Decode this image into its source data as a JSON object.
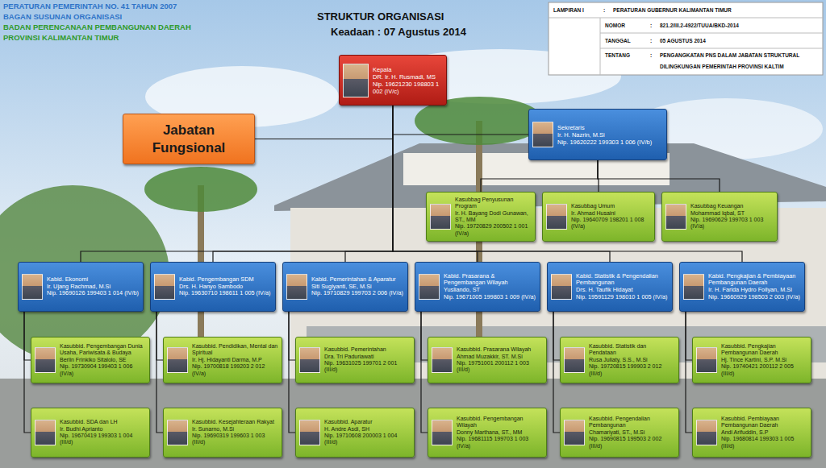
{
  "diagram": {
    "title": "STRUKTUR ORGANISASI",
    "nodes": [
      {
        "text": [
          "Kepala",
          "DR. Ir. H. Rusmadi, MS",
          "Nip. 19621230 198803 1 002 (IV/c)"
        ]
      },
      {
        "text": [
          "Jabatan Fungsional"
        ]
      },
      {
        "text": [
          "Sekretaris",
          "Ir. H. Nazrin, M.Si",
          "Nip. 19620222 199303 1 006 (IV/b)"
        ]
      },
      {
        "text": [
          "Kasubbag Penyusunan Program",
          "Ir. H. Bayang Dodi Gunawan, ST., MM",
          "Nip. 19720829 200502 1 001 (IV/a)"
        ]
      },
      {
        "text": [
          "Kasubbag Umum",
          "Ir. Ahmad Husaini",
          "Nip. 19640709 198201 1 008 (IV/a)"
        ]
      },
      {
        "text": [
          "Kasubbag Keuangan",
          "Mohammad Iqbal, ST",
          "Nip. 19690629 199703 1 003 (IV/a)"
        ]
      },
      {
        "text": [
          "Kabid. Ekonomi",
          "Ir. Ujang Rachmad, M.Si",
          "Nip. 19690126 199403 1 014 (IV/b)"
        ]
      },
      {
        "text": [
          "Kabid. Pengembangan SDM",
          "Drs. H. Hanyo Sambodo",
          "Nip. 19630710 198611 1 005 (IV/a)"
        ]
      },
      {
        "text": [
          "Kabid. Pemerintahan & Aparatur",
          "Siti Sugiyanti, SE, M.Si",
          "Nip. 19710829 199703 2 006 (IV/a)"
        ]
      },
      {
        "text": [
          "Kabid. Prasarana & Pengembangan Wilayah",
          "Yusliando, ST",
          "Nip. 19671005 199803 1 009 (IV/a)"
        ]
      },
      {
        "text": [
          "Kabid. Statistik & Pengendalian Pembangunan",
          "Drs. H. Taufik Hidayat",
          "Nip. 19591129 198010 1 005 (IV/a)"
        ]
      },
      {
        "text": [
          "Kabid. Pengkajian & Pembiayaan Pembangunan Daerah",
          "Ir. H. Farida Hydro Foilyan, M.Si",
          "Nip. 19660929 198503 2 003 (IV/a)"
        ]
      },
      {
        "text": [
          "Kasubbid. Pengembangan Dunia Usaha, Pariwisata & Budaya",
          "Berlin Frinkiko Sitalolo, SE",
          "Nip. 19730904 199403 1 006 (IV/a)"
        ]
      },
      {
        "text": [
          "Kasubbid. Pendidikan, Mental dan Spiritual",
          "Ir. Hj. Hidayanti Darma, M.P",
          "Nip. 19700818 199203 2 012 (IV/a)"
        ]
      },
      {
        "text": [
          "Kasubbid. Pemerintahan",
          "Dra. Tri Paduriawati",
          "Nip. 19631025 199701 2 001 (III/d)"
        ]
      },
      {
        "text": [
          "Kasubbid. Prasarana Wilayah",
          "Ahmad Muzakkir, ST. M.Si",
          "Nip. 19751001 200112 1 003 (III/d)"
        ]
      },
      {
        "text": [
          "Kasubbid. Statistik dan Pendataan",
          "Rusa Juliaty, S.S., M.Si",
          "Nip. 19720815 199903 2 012 (III/d)"
        ]
      },
      {
        "text": [
          "Kasubbid. Pengkajian Pembangunan Daerah",
          "Hj. Tince Kartini, S.P. M.Si",
          "Nip. 19740421 200112 2 005 (III/d)"
        ]
      },
      {
        "text": [
          "Kasubbid. SDA dan LH",
          "Ir. Budhi Aprianto",
          "Nip. 19670419 199303 1 004 (III/d)"
        ]
      },
      {
        "text": [
          "Kasubbid. Kesejahteraan Rakyat",
          "Ir. Sunarno, M.Si",
          "Nip. 19690319 199603 1 003 (III/d)"
        ]
      },
      {
        "text": [
          "Kasubbid. Aparatur",
          "H. Andre Asdi, SH",
          "Nip. 19710608 200003 1 004 (III/d)"
        ]
      },
      {
        "text": [
          "Kasubbid. Pengembangan Wilayah",
          "Donny Marthana, ST., MM",
          "Nip. 19681115 199703 1 003 (IV/a)"
        ]
      },
      {
        "text": [
          "Kasubbid. Pengendalian Pembangunan",
          "Chamariyati, ST., M.Si",
          "Nip. 19690815 199503 2 002 (III/d)"
        ]
      },
      {
        "text": [
          "Kasubbid. Pembiayaan Pembangunan Daerah",
          "Andi Arifuddin, S.P",
          "Nip. 19680814 199303 1 005 (III/d)"
        ]
      }
    ],
    "edges": [
      {
        "from": 0,
        "to": 1,
        "arrow": "none"
      },
      {
        "from": 0,
        "to": 2,
        "arrow": "none"
      },
      {
        "from": 2,
        "to": 3,
        "arrow": "none"
      },
      {
        "from": 2,
        "to": 4,
        "arrow": "none"
      },
      {
        "from": 2,
        "to": 5,
        "arrow": "none"
      },
      {
        "from": 0,
        "to": 6,
        "arrow": "none"
      },
      {
        "from": 0,
        "to": 7,
        "arrow": "none"
      },
      {
        "from": 0,
        "to": 8,
        "arrow": "none"
      },
      {
        "from": 0,
        "to": 9,
        "arrow": "none"
      },
      {
        "from": 0,
        "to": 10,
        "arrow": "none"
      },
      {
        "from": 0,
        "to": 11,
        "arrow": "none"
      },
      {
        "from": 6,
        "to": 12,
        "arrow": "none"
      },
      {
        "from": 6,
        "to": 18,
        "arrow": "none"
      },
      {
        "from": 7,
        "to": 13,
        "arrow": "none"
      },
      {
        "from": 7,
        "to": 19,
        "arrow": "none"
      },
      {
        "from": 8,
        "to": 14,
        "arrow": "none"
      },
      {
        "from": 8,
        "to": 20,
        "arrow": "none"
      },
      {
        "from": 9,
        "to": 15,
        "arrow": "none"
      },
      {
        "from": 9,
        "to": 21,
        "arrow": "none"
      },
      {
        "from": 10,
        "to": 16,
        "arrow": "none"
      },
      {
        "from": 10,
        "to": 22,
        "arrow": "none"
      },
      {
        "from": 11,
        "to": 17,
        "arrow": "none"
      },
      {
        "from": 11,
        "to": 23,
        "arrow": "none"
      }
    ],
    "labels": [
      "PERATURAN PEMERINTAH NO. 41 TAHUN 2007",
      "BAGAN SUSUNAN ORGANISASI",
      "BADAN PERENCANAAN PEMBANGUNAN DAERAH",
      "PROVINSI KALIMANTAN TIMUR",
      "Keadaan : 07 Agustus 2014",
      "LAMPIRAN I",
      ":",
      "PERATURAN GUBERNUR KALIMANTAN TIMUR",
      "NOMOR",
      ":",
      "821.2/III.2-4922/TUUA/BKD-2014",
      "TANGGAL",
      ":",
      "05 AGUSTUS 2014",
      "TENTANG",
      ":",
      "PENGANGKATAN PNS DALAM JABATAN STRUKTURAL",
      "DILINGKUNGAN PEMERINTAH PROVINSI KALTIM"
    ]
  }
}
